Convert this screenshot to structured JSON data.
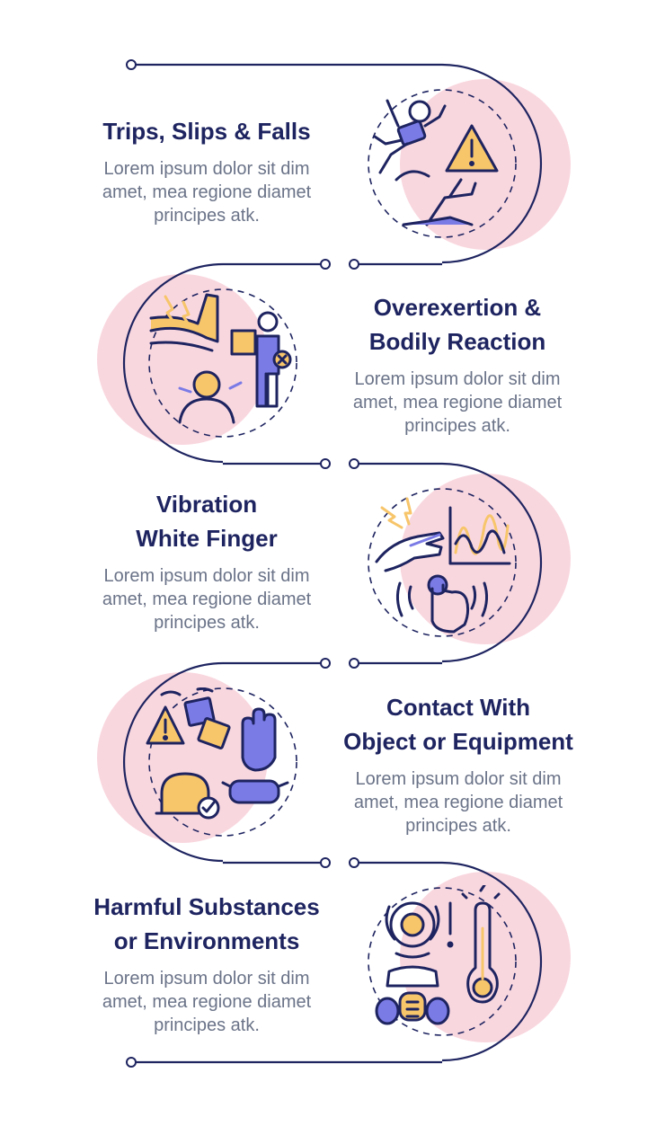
{
  "steps": [
    {
      "title_lines": [
        "Trips, Slips & Falls"
      ],
      "description_lines": [
        "Lorem ipsum dolor sit dim",
        "amet, mea regione diamet",
        "principes atk."
      ],
      "icon": "falling-person-warning-icon"
    },
    {
      "title_lines": [
        "Overexertion &",
        "Bodily Reaction"
      ],
      "description_lines": [
        "Lorem ipsum dolor sit dim",
        "amet, mea regione diamet",
        "principes atk."
      ],
      "icon": "overexertion-pain-icon"
    },
    {
      "title_lines": [
        "Vibration",
        "White Finger"
      ],
      "description_lines": [
        "Lorem ipsum dolor sit dim",
        "amet, mea regione diamet",
        "principes atk."
      ],
      "icon": "vibrating-hand-icon"
    },
    {
      "title_lines": [
        "Contact With",
        "Object or Equipment"
      ],
      "description_lines": [
        "Lorem ipsum dolor sit dim",
        "amet, mea regione diamet",
        "principes atk."
      ],
      "icon": "protective-equipment-icon"
    },
    {
      "title_lines": [
        "Harmful Substances",
        "or Environments"
      ],
      "description_lines": [
        "Lorem ipsum dolor sit dim",
        "amet, mea regione diamet",
        "principes atk."
      ],
      "icon": "biohazard-respirator-icon"
    }
  ],
  "colors": {
    "navy": "#1e2460",
    "pink": "#f9d7df",
    "yellow": "#f7c56a",
    "purple": "#7b7be6",
    "gray_text": "#6a7388"
  }
}
